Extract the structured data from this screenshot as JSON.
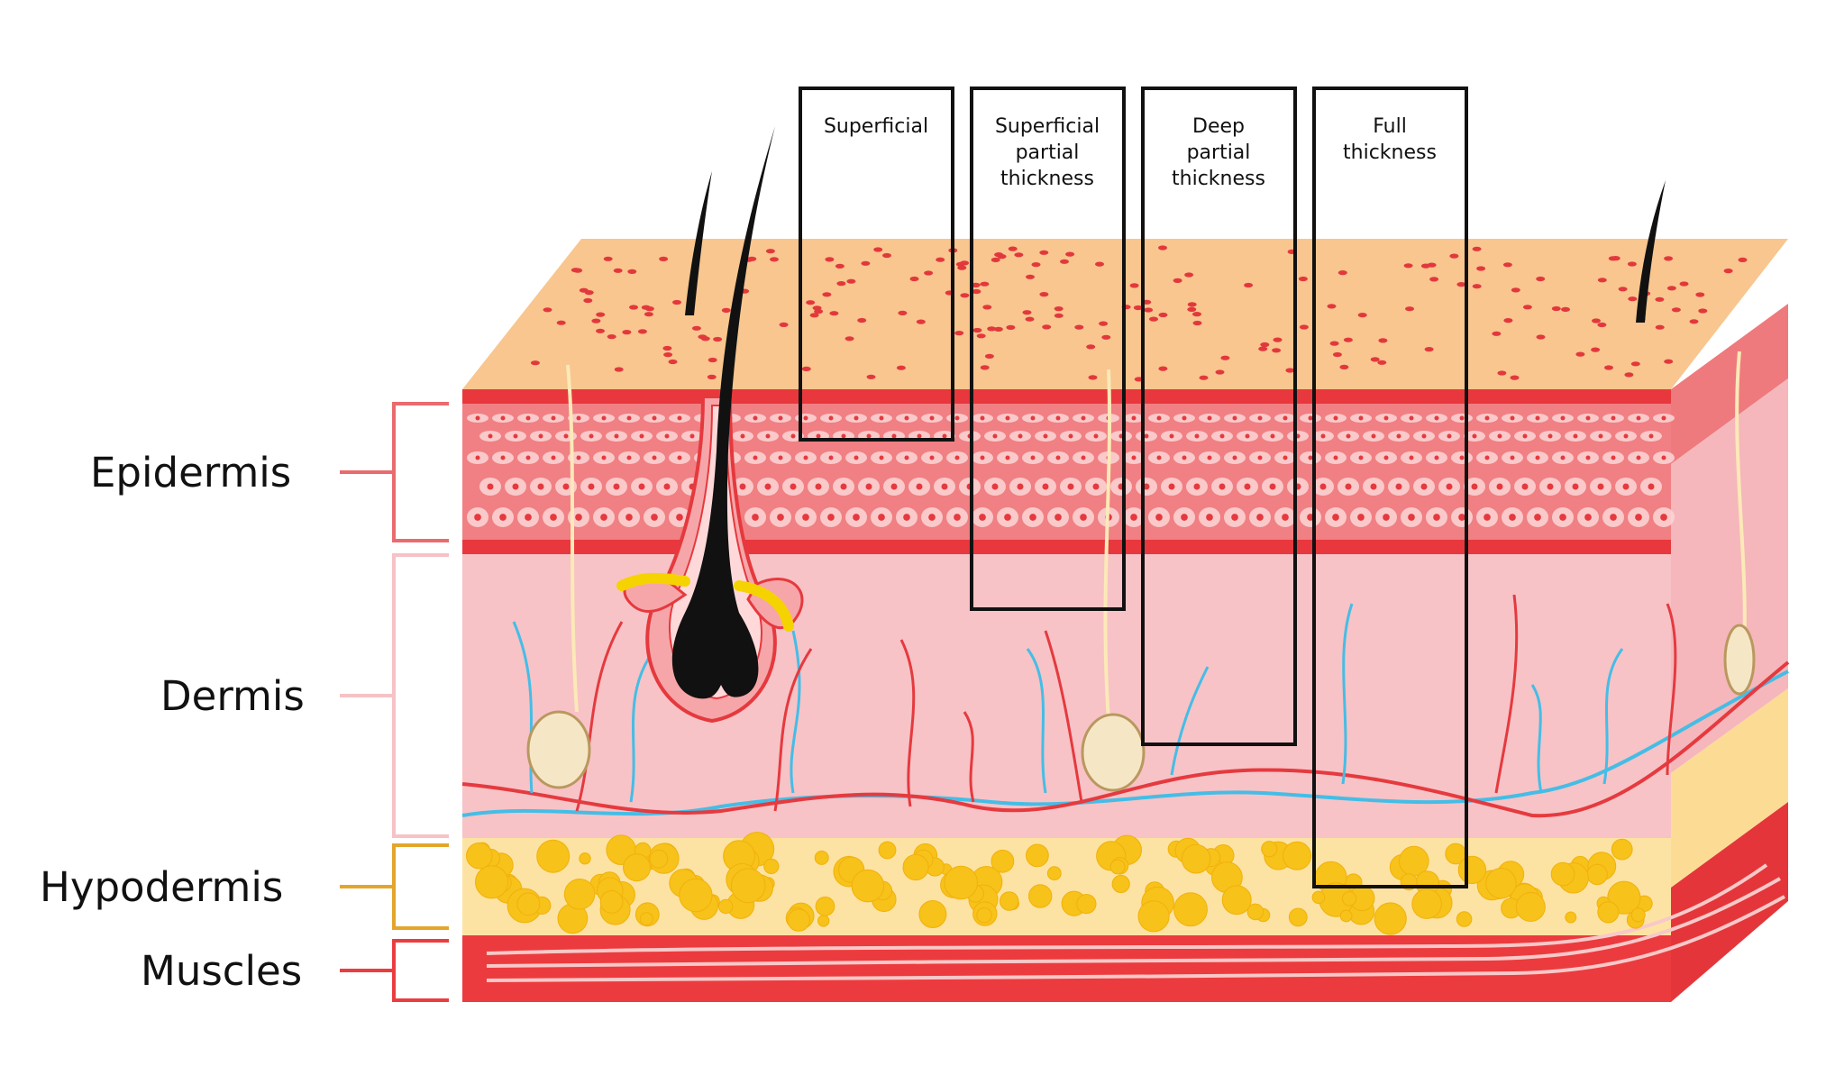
{
  "layers": [
    {
      "key": "epidermis",
      "label": "Epidermis",
      "color": "#e96b6e"
    },
    {
      "key": "dermis",
      "label": "Dermis",
      "color": "#f6c2c6"
    },
    {
      "key": "hypodermis",
      "label": "Hypodermis",
      "color": "#e3a52c"
    },
    {
      "key": "muscles",
      "label": "Muscles",
      "color": "#ea3d3f"
    }
  ],
  "burn_depths": [
    {
      "key": "superficial",
      "lines": [
        "Superficial"
      ]
    },
    {
      "key": "superficial-partial",
      "lines": [
        "Superficial",
        "partial",
        "thickness"
      ]
    },
    {
      "key": "deep-partial",
      "lines": [
        "Deep",
        "partial",
        "thickness"
      ]
    },
    {
      "key": "full-thickness",
      "lines": [
        "Full",
        "thickness"
      ]
    }
  ],
  "colors": {
    "surface": "#f8c68e",
    "epidermis_fill": "#f08083",
    "epidermis_edge": "#e8383d",
    "dermis_fill": "#f7c3c6",
    "hypodermis_fill": "#fde3a3",
    "fat_cell": "#f7c21a",
    "muscle_fill": "#ec3b3e",
    "vein": "#45bde6",
    "artery": "#e53a3f",
    "nerve": "#fbe9b8",
    "hair": "#111111"
  }
}
